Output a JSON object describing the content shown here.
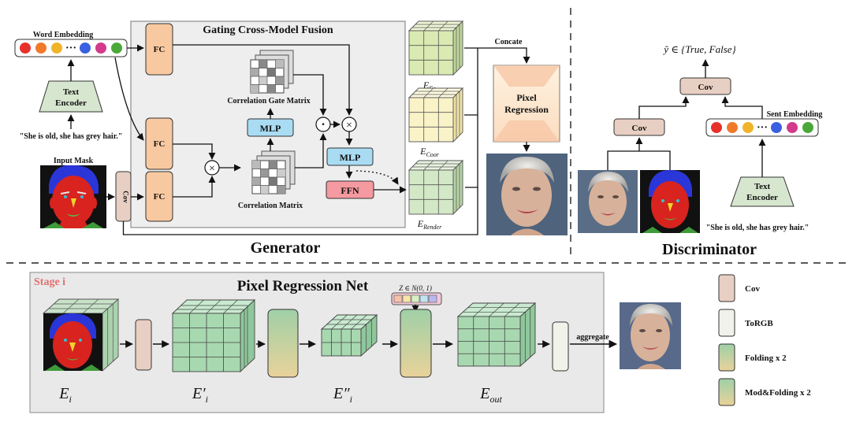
{
  "generator": {
    "title": "Generator",
    "gating_title": "Gating Cross-Model Fusion",
    "word_embedding_label": "Word Embedding",
    "embedding_dots": "···",
    "text_encoder_line1": "Text",
    "text_encoder_line2": "Encoder",
    "caption": "\"She is old, she has grey hair.\"",
    "input_mask_label": "Input Mask",
    "cov_label": "Cov",
    "fc_label": "FC",
    "mlp_label": "MLP",
    "ffn_label": "FFN",
    "corr_gate_label": "Correlation Gate Matrix",
    "corr_matrix_label": "Correlation Matrix",
    "dot_symbol": "·",
    "cross_symbol": "×",
    "concate_label": "Concate",
    "pixel_regression_line1": "Pixel",
    "pixel_regression_line2": "Regression",
    "e_fo_label": "E",
    "e_fo_sub": "Fo",
    "e_coor_label": "E",
    "e_coor_sub": "Coor",
    "e_render_label": "E",
    "e_render_sub": "Render"
  },
  "discriminator": {
    "title": "Discriminator",
    "output_label": "ŷ ∈ {True, False}",
    "cov_label": "Cov",
    "sent_embedding_label": "Sent Embedding",
    "embedding_dots": "···",
    "text_encoder_line1": "Text",
    "text_encoder_line2": "Encoder",
    "caption": "\"She is old, she has grey hair.\""
  },
  "pixel_net": {
    "title": "Pixel Regression Net",
    "stage_label": "Stage i",
    "noise_label": "Z ∈ N(0, 1)",
    "e_i": "E",
    "e_i_sub": "i",
    "e_i_prime": "E′",
    "e_i_prime_sub": "i",
    "e_i_dprime": "E″",
    "e_i_dprime_sub": "i",
    "e_out": "E",
    "e_out_sub": "out",
    "aggregate_label": "aggregate"
  },
  "legend": [
    {
      "label": "Cov",
      "color": "#e8cfc3"
    },
    {
      "label": "ToRGB",
      "color": "#f1f3ea"
    },
    {
      "label": "Folding x 2",
      "color": "#9fd0a6"
    },
    {
      "label": "Mod&Folding x 2",
      "color": "#e9d29a"
    }
  ],
  "embedding_colors": [
    "#e8302a",
    "#f07a2a",
    "#f0b32a",
    "#3a5fe0",
    "#d23a8c",
    "#4aa83a"
  ],
  "colors": {
    "fc": "#f8c9a0",
    "mlp": "#a9dcf3",
    "ffn": "#f49aa0",
    "cov": "#e8cfc3",
    "text_encoder": "#d7e6cf",
    "gating_bg": "#eeeeee",
    "stage_bg": "#e9e9e9",
    "stage_title": "#e07070",
    "cube": "#d9eab2",
    "cube_green": "#a8d8b0"
  }
}
